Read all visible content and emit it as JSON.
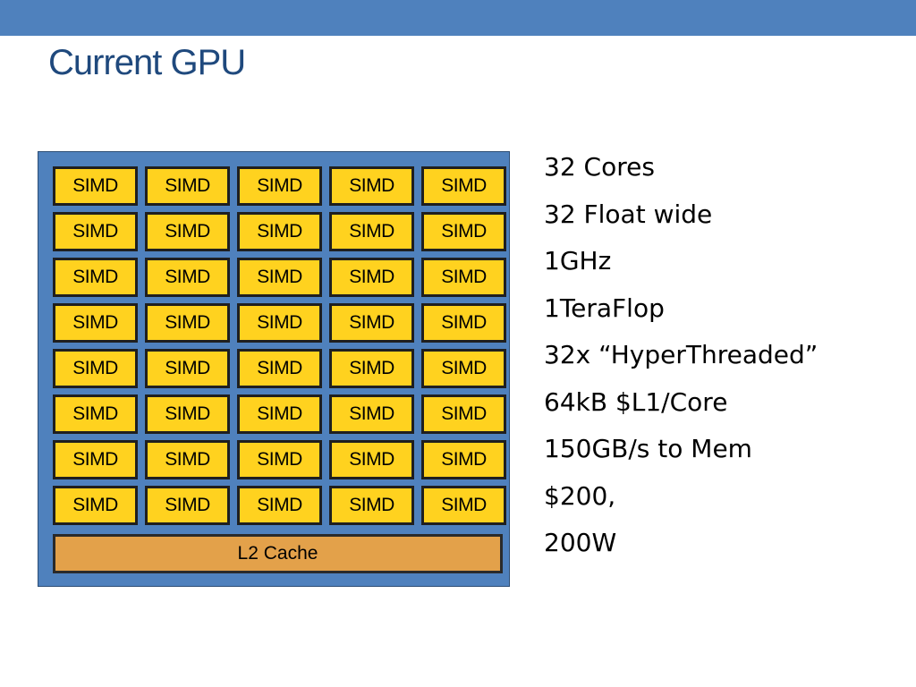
{
  "slide": {
    "title": "Current GPU",
    "colors": {
      "accent_bar": "#4f81bd",
      "title": "#1f497d",
      "simd_fill": "#ffd21f",
      "cache_fill": "#e3a14a"
    }
  },
  "diagram": {
    "simd_label": "SIMD",
    "rows": 8,
    "columns": 5,
    "cache_label": "L2 Cache"
  },
  "specs": [
    "32 Cores",
    "32 Float wide",
    "1GHz",
    "1TeraFlop",
    "32x “HyperThreaded”",
    "64kB $L1/Core",
    "150GB/s to Mem",
    "$200,",
    "200W"
  ]
}
